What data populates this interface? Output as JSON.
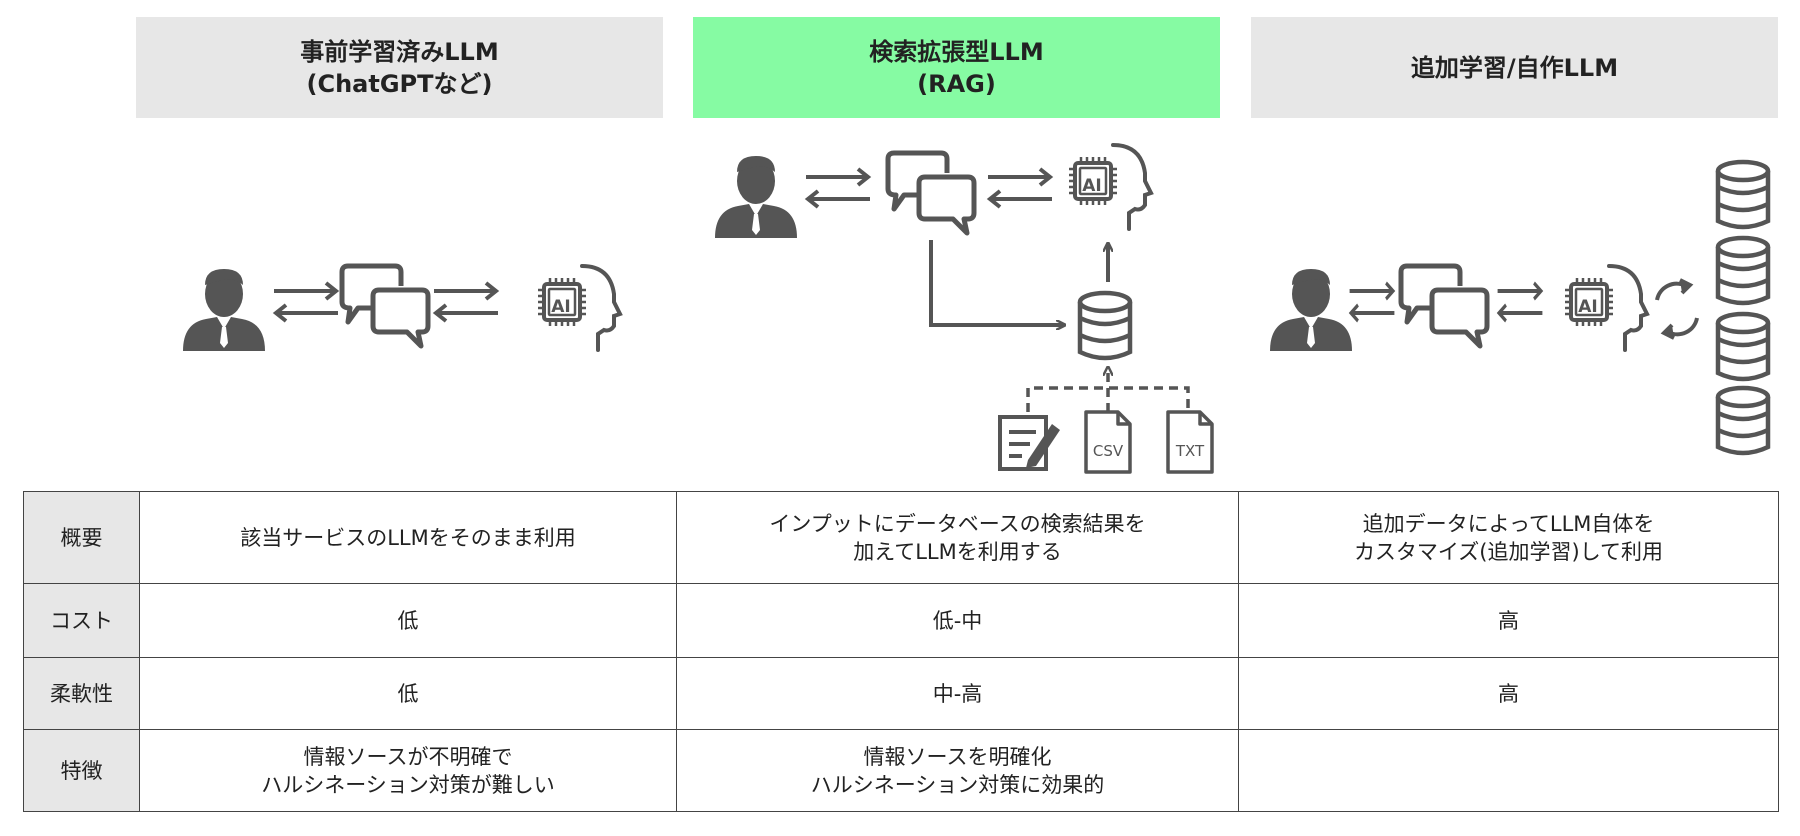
{
  "headers": {
    "pretrained": {
      "line1": "事前学習済みLLM",
      "line2": "(ChatGPTなど)"
    },
    "rag": {
      "line1": "検索拡張型LLM",
      "line2": "(RAG)"
    },
    "finetune": {
      "line1": "追加学習/自作LLM"
    }
  },
  "diagram": {
    "ai_label": "AI",
    "file_labels": [
      "CSV",
      "TXT"
    ],
    "icons": [
      "user-icon",
      "chat-bubbles-icon",
      "ai-head-icon",
      "database-icon",
      "document-edit-icon",
      "csv-file-icon",
      "txt-file-icon",
      "refresh-icon"
    ],
    "colors": {
      "icon": "#555555",
      "rag_highlight": "#86fba3",
      "header_gray": "#e7e7e7"
    }
  },
  "table": {
    "rows": [
      {
        "label": "概要",
        "c1": [
          "該当サービスのLLMをそのまま利用"
        ],
        "c2": [
          "インプットにデータベースの検索結果を",
          "加えてLLMを利用する"
        ],
        "c3": [
          "追加データによってLLM自体を",
          "カスタマイズ(追加学習)して利用"
        ]
      },
      {
        "label": "コスト",
        "c1": [
          "低"
        ],
        "c2": [
          "低-中"
        ],
        "c3": [
          "高"
        ]
      },
      {
        "label": "柔軟性",
        "c1": [
          "低"
        ],
        "c2": [
          "中-高"
        ],
        "c3": [
          "高"
        ]
      },
      {
        "label": "特徴",
        "c1": [
          "情報ソースが不明確で",
          "ハルシネーション対策が難しい"
        ],
        "c2": [
          "情報ソースを明確化",
          "ハルシネーション対策に効果的"
        ],
        "c3": []
      }
    ]
  }
}
